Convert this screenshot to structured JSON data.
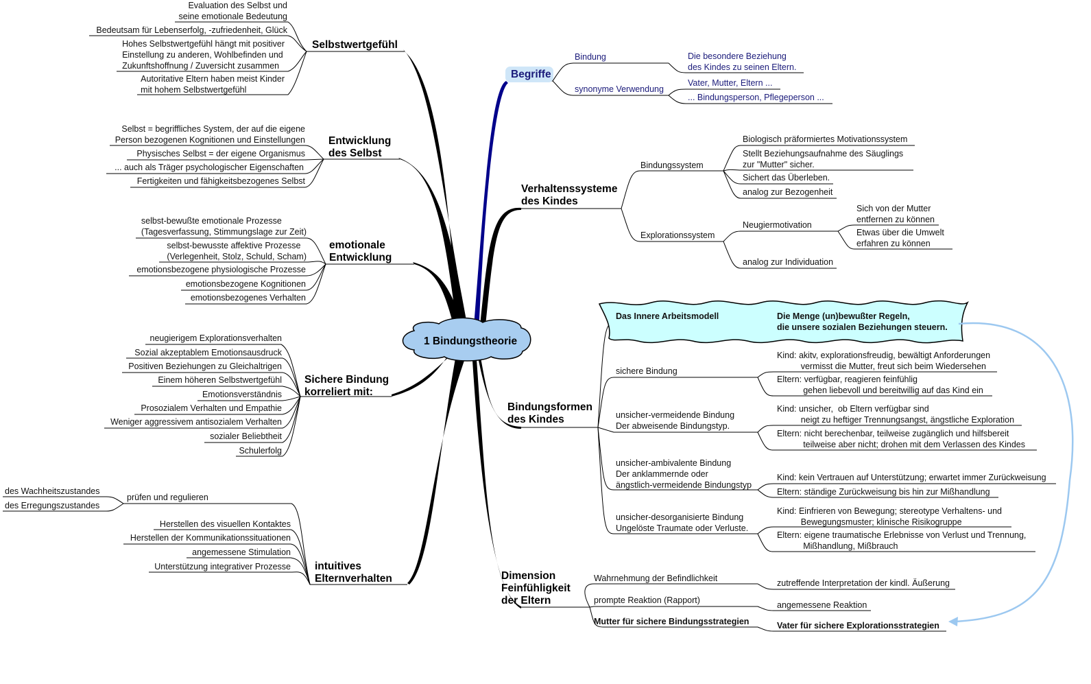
{
  "center": "1 Bindungstheorie",
  "left": {
    "selbstwert": {
      "title": "Selbstwertgefühl",
      "items": [
        "Evaluation des Selbst und\nseine emotionale Bedeutung",
        "Bedeutsam für Lebenserfolg, -zufriedenheit, Glück",
        "Hohes Selbstwertgefühl hängt mit positiver\nEinstellung zu anderen, Wohlbefinden und\nZukunftshoffnung / Zuversicht zusammen",
        "Autoritative Eltern haben meist Kinder\nmit hohem Selbstwertgefühl"
      ]
    },
    "entwicklung": {
      "title": "Entwicklung\ndes Selbst",
      "items": [
        "Selbst = begriffliches System, der auf die eigene\nPerson bezogenen Kognitionen und Einstellungen",
        "Physisches Selbst = der eigene Organismus",
        "... auch als Träger psychologischer Eigenschaften",
        "Fertigkeiten und fähigkeitsbezogenes Selbst"
      ]
    },
    "emotional": {
      "title": "emotionale\nEntwicklung",
      "items": [
        "selbst-bewußte emotionale Prozesse\n(Tagesverfassung, Stimmungslage zur Zeit)",
        "selbst-bewusste affektive Prozesse\n(Verlegenheit, Stolz, Schuld, Scham)",
        "emotionsbezogene physiologische Prozesse",
        "emotionsbezogene Kognitionen",
        "emotionsbezogenes Verhalten"
      ]
    },
    "sicher": {
      "title": "Sichere Bindung\nkorreliert mit:",
      "items": [
        "neugierigem Explorationsverhalten",
        "Sozial akzeptablem Emotionsausdruck",
        "Positiven Beziehungen zu Gleichaltrigen",
        "Einem höheren Selbstwertgefühl",
        "Emotionsverständnis",
        "Prosozialem Verhalten und Empathie",
        "Weniger aggressivem antisozialem Verhalten",
        "sozialer Beliebtheit",
        "Schulerfolg"
      ]
    },
    "intuitiv": {
      "title": "intuitives\nElternverhalten",
      "pruefen": "prüfen und regulieren",
      "pruefen_items": [
        "des Wachheitszustandes",
        "des Erregungszustandes"
      ],
      "items": [
        "Herstellen des visuellen Kontaktes",
        "Herstellen der Kommunikationssituationen",
        "angemessene Stimulation",
        "Unterstützung integrativer Prozesse"
      ]
    }
  },
  "right": {
    "begriffe": {
      "title": "Begriffe",
      "bindung": "Bindung",
      "bindung_def": "Die besondere Beziehung\ndes Kindes zu seinen Eltern.",
      "synonym": "synonyme Verwendung",
      "synonym_items": [
        "Vater, Mutter, Eltern ...",
        "... Bindungsperson, Pflegeperson ..."
      ]
    },
    "verhalten": {
      "title": "Verhaltenssysteme\ndes Kindes",
      "bindungssystem": "Bindungssystem",
      "bindungssystem_items": [
        "Biologisch präformiertes Motivationssystem",
        "Stellt Beziehungsaufnahme des Säuglings\nzur \"Mutter\" sicher.",
        "Sichert das Überleben.",
        "analog zur Bezogenheit"
      ],
      "exploration": "Explorationssystem",
      "neugier": "Neugiermotivation",
      "neugier_items": [
        "Sich von der Mutter\nentfernen zu können",
        "Etwas über die Umwelt\nerfahren zu können"
      ],
      "individuation": "analog zur Individuation"
    },
    "formen": {
      "title": "Bindungsformen\ndes Kindes",
      "arbeitsmodell": "Das Innere Arbeitsmodell",
      "arbeitsmodell_def": "Die Menge (un)bewußter Regeln,\ndie unsere sozialen Beziehungen steuern.",
      "sicher": "sichere Bindung",
      "sicher_items": [
        "Kind: akitv, explorationsfreudig, bewältigt Anforderungen\n          vermisst die Mutter, freut sich beim Wiedersehen",
        "Eltern: verfügbar, reagieren feinfühlig\n           gehen liebevoll und bereitwillig auf das Kind ein"
      ],
      "vermeidend": "unsicher-vermeidende Bindung\nDer abweisende Bindungstyp.",
      "vermeidend_items": [
        "Kind: unsicher,  ob Eltern verfügbar sind\n          neigt zu heftiger Trennungsangst, ängstliche Exploration",
        "Eltern: nicht berechenbar, teilweise zugänglich und hilfsbereit\n           teilweise aber nicht; drohen mit dem Verlassen des Kindes"
      ],
      "ambivalent": "unsicher-ambivalente Bindung\nDer anklammernde oder\nängstlich-vermeidende Bindungstyp",
      "ambivalent_items": [
        "Kind: kein Vertrauen auf Unterstützung; erwartet immer Zurückweisung",
        "Eltern: ständige Zurückweisung bis hin zur Mißhandlung"
      ],
      "desorganisiert": "unsicher-desorganisierte Bindung\nUngelöste Traumate oder Verluste.",
      "desorganisiert_items": [
        "Kind: Einfrieren von Bewegung; stereotype Verhaltens- und\n          Bewegungsmuster; klinische Risikogruppe",
        "Eltern: eigene traumatische Erlebnisse von Verlust und Trennung,\n           Mißhandlung, Mißbrauch"
      ]
    },
    "dimension": {
      "title": "Dimension\nFeinfühligkeit\nder Eltern",
      "wahrnehmung": "Wahrnehmung der Befindlichkeit",
      "wahrnehmung_item": "zutreffende Interpretation der kindl. Äußerung",
      "prompt": "prompte Reaktion (Rapport)",
      "prompt_item": "angemessene Reaktion",
      "mutter": "Mutter für sichere Bindungsstrategien",
      "vater": "Vater für sichere Explorationsstrategien"
    }
  },
  "colors": {
    "line": "#000000",
    "begriffe_branch": "#00008b",
    "cloud_fill": "#a8cdf0",
    "model_fill": "#ccffff",
    "arrow": "#9cc8f0",
    "blue_text": "#1a1a7a"
  }
}
